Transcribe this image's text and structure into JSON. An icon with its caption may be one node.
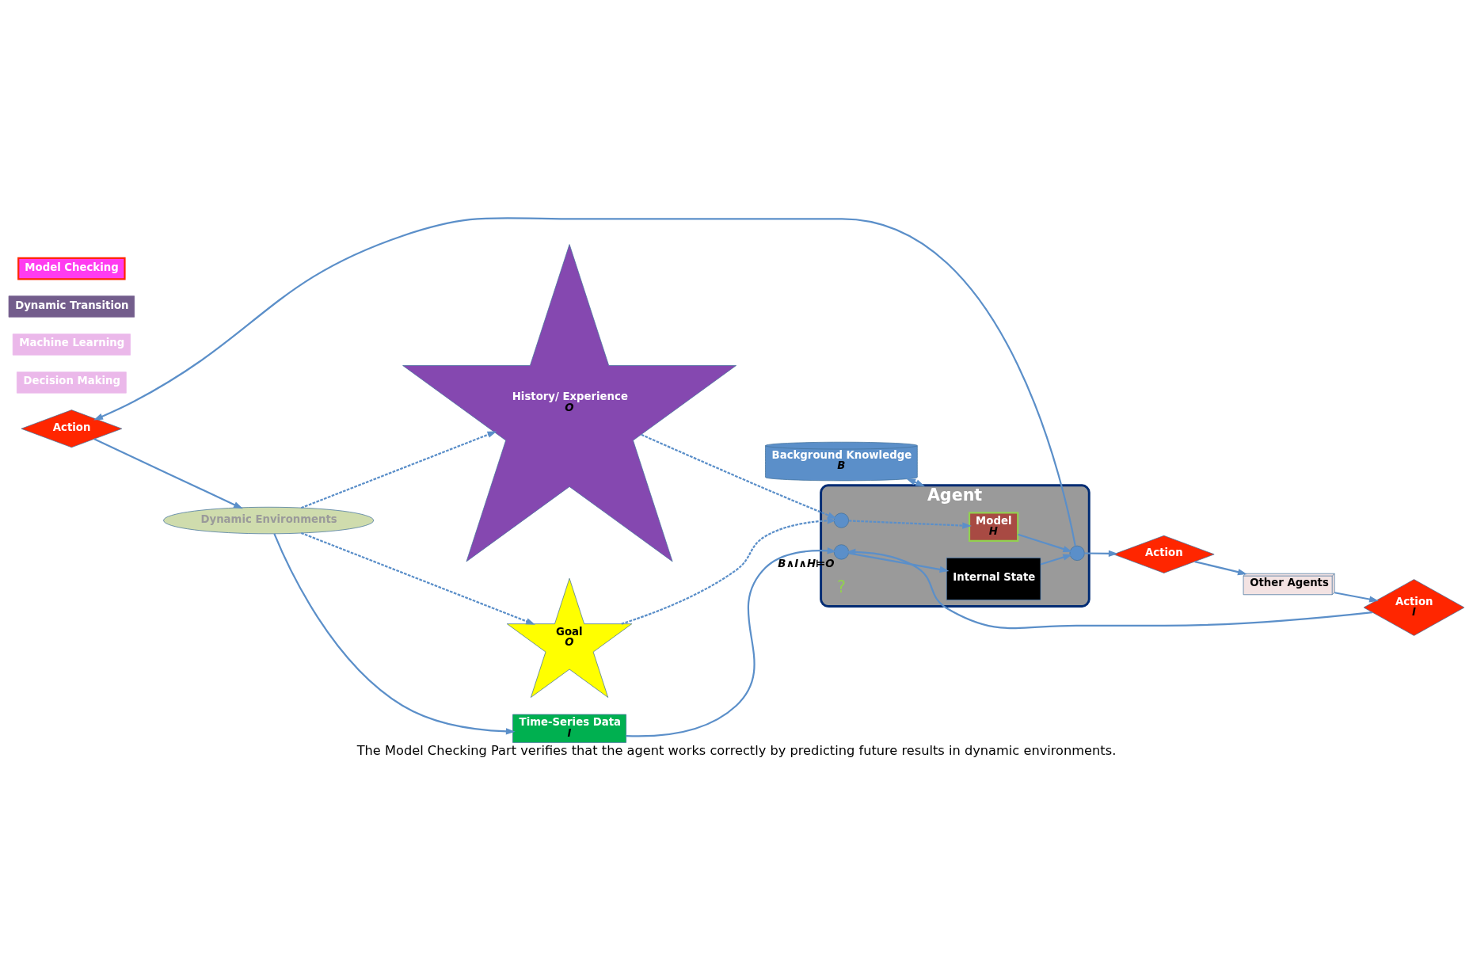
{
  "diagram": {
    "caption": "The Model Checking Part verifies that the agent works correctly by predicting future results in dynamic environments.",
    "nodes": [
      {
        "text": [
          "Agent"
        ]
      },
      {
        "text": [
          "Model",
          "H"
        ],
        "in": 0
      },
      {
        "text": [
          "Internal State"
        ],
        "in": 0
      },
      {
        "text": [],
        "shape": "circle",
        "in": 0
      },
      {
        "text": [],
        "shape": "circle",
        "in": 0,
        "beside": [
          "B∧I∧H⊨O"
        ]
      },
      {
        "text": [],
        "shape": "circle",
        "in": 0
      },
      {
        "text": [
          "Background Knowledge",
          "B"
        ]
      },
      {
        "text": [
          "History/ Experience",
          "O"
        ]
      },
      {
        "text": [
          "Goal",
          "O"
        ]
      },
      {
        "text": [
          "Time-Series Data",
          "I"
        ]
      },
      {
        "text": [
          "Decision Making"
        ]
      },
      {
        "text": [
          "Action"
        ]
      },
      {
        "text": [
          "Action"
        ]
      },
      {
        "text": [
          "Machine Learning"
        ]
      },
      {
        "text": [
          "Dynamic Transition"
        ]
      },
      {
        "text": [
          "Model Checking"
        ]
      },
      {
        "text": [
          "Action",
          "I"
        ]
      },
      {
        "text": [
          "Other Agents"
        ]
      },
      {
        "text": [
          "Dynamic Environments"
        ]
      }
    ],
    "edges": [
      {
        "from": 6,
        "to": 0,
        "arrow": "both"
      },
      {
        "from": 7,
        "to": 3,
        "arrow": "to",
        "style": "dashed"
      },
      {
        "from": 8,
        "to": 3,
        "arrow": "to",
        "style": "dashed"
      },
      {
        "from": 9,
        "to": 4,
        "arrow": "to"
      },
      {
        "from": 16,
        "to": 4,
        "arrow": "to"
      },
      {
        "from": 3,
        "to": 1,
        "arrow": "to",
        "style": "dashed"
      },
      {
        "from": 4,
        "to": 2,
        "arrow": "to"
      },
      {
        "from": 1,
        "to": 5,
        "arrow": "to"
      },
      {
        "from": 2,
        "to": 5,
        "arrow": "to"
      },
      {
        "from": 5,
        "to": 11,
        "arrow": "to"
      },
      {
        "from": 5,
        "to": 12,
        "arrow": "to"
      },
      {
        "from": 12,
        "to": 17,
        "arrow": "to"
      },
      {
        "from": 17,
        "to": 16,
        "arrow": "to"
      },
      {
        "from": 11,
        "to": 18,
        "arrow": "to"
      },
      {
        "from": 18,
        "to": 9,
        "arrow": "to"
      },
      {
        "from": 18,
        "to": 7,
        "arrow": "to",
        "style": "dashed"
      },
      {
        "from": 18,
        "to": 8,
        "arrow": "to",
        "style": "dashed"
      }
    ],
    "labels": [
      "?"
    ]
  }
}
